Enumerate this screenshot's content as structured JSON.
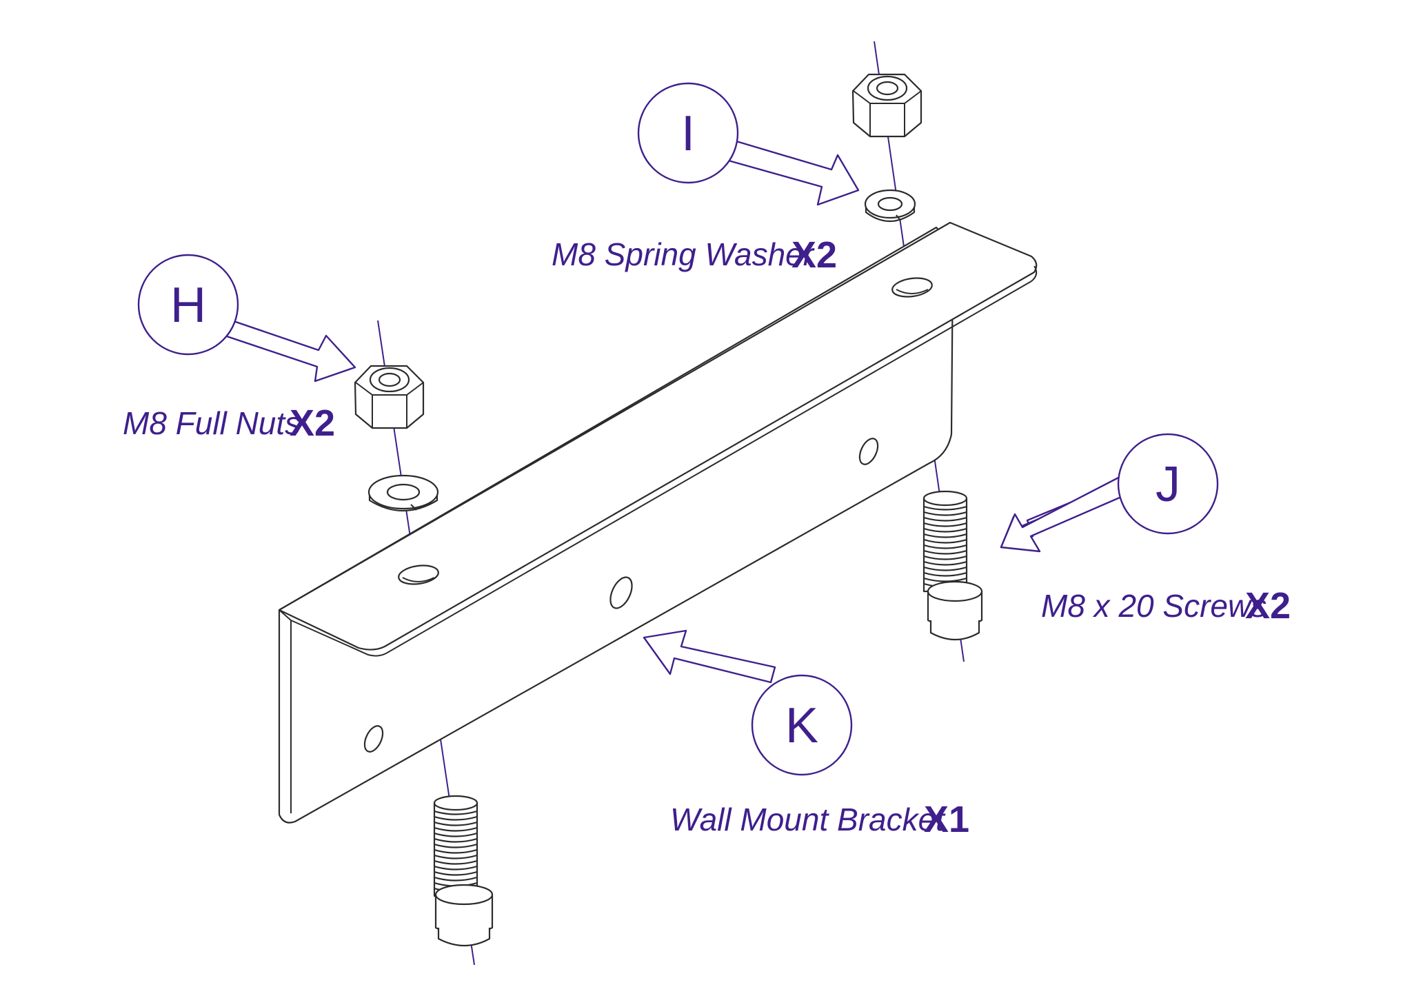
{
  "colors": {
    "accent": "#3f1f8c",
    "line": "#2b2b2b",
    "background": "#ffffff"
  },
  "callouts": {
    "H": {
      "letter": "H",
      "label": "M8 Full Nuts",
      "qty": "X2"
    },
    "I": {
      "letter": "I",
      "label": "M8 Spring Washer",
      "qty": "X2"
    },
    "J": {
      "letter": "J",
      "label": "M8 x 20 Screws",
      "qty": "X2"
    },
    "K": {
      "letter": "K",
      "label": "Wall Mount Bracket",
      "qty": "X1"
    }
  }
}
